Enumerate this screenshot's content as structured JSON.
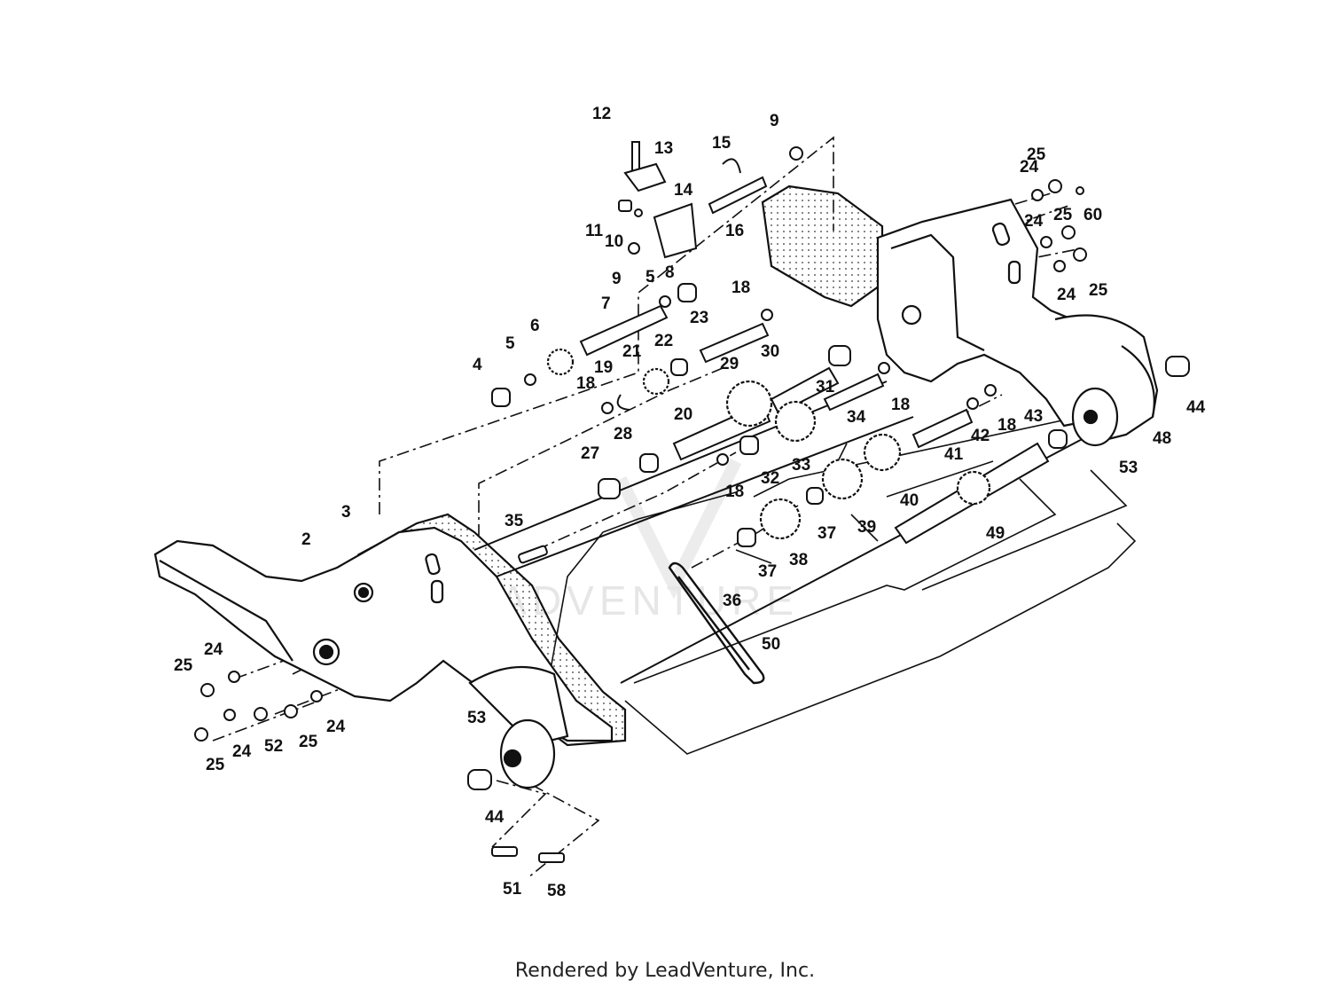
{
  "watermark": "LEADVENTURE",
  "footer": "Rendered by LeadVenture, Inc.",
  "callouts": [
    "2",
    "3",
    "4",
    "5",
    "5",
    "6",
    "7",
    "8",
    "9",
    "9",
    "10",
    "11",
    "12",
    "13",
    "14",
    "15",
    "16",
    "18",
    "18",
    "18",
    "18",
    "18",
    "19",
    "20",
    "21",
    "22",
    "23",
    "24",
    "24",
    "24",
    "24",
    "24",
    "24",
    "25",
    "25",
    "25",
    "25",
    "25",
    "25",
    "27",
    "28",
    "29",
    "30",
    "31",
    "32",
    "33",
    "34",
    "35",
    "36",
    "37",
    "37",
    "38",
    "39",
    "40",
    "41",
    "42",
    "43",
    "44",
    "44",
    "48",
    "49",
    "50",
    "51",
    "52",
    "53",
    "53",
    "58",
    "60"
  ],
  "colors": {
    "line": "#111111",
    "watermark": "#e6e6e6",
    "background": "#ffffff"
  }
}
